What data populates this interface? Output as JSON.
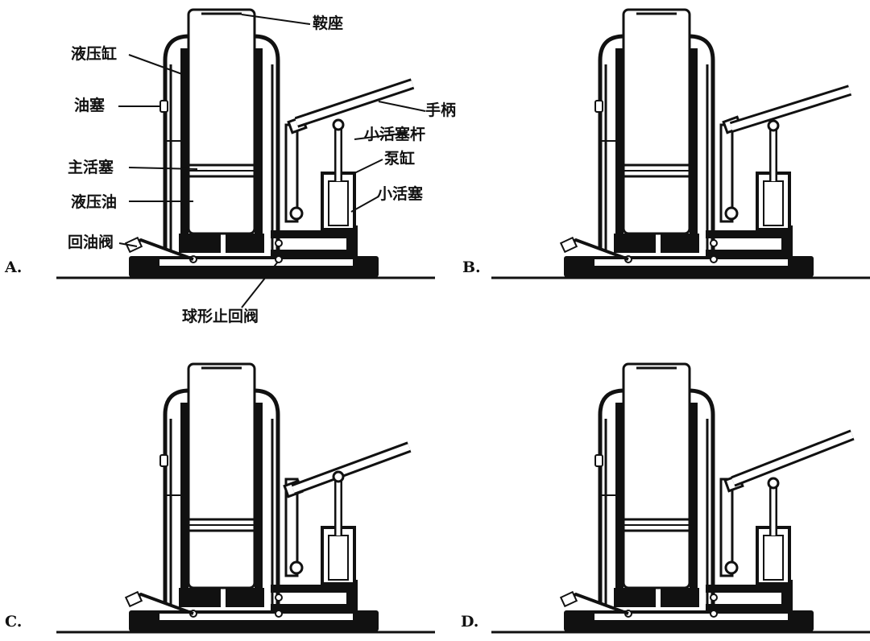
{
  "panels": [
    {
      "id": "A",
      "label": "A."
    },
    {
      "id": "B",
      "label": "B."
    },
    {
      "id": "C",
      "label": "C."
    },
    {
      "id": "D",
      "label": "D."
    }
  ],
  "labels": {
    "saddle": "鞍座",
    "hydraulic_cylinder": "液压缸",
    "oil_plug": "油塞",
    "handle": "手柄",
    "small_piston_rod": "小活塞杆",
    "pump_cylinder": "泵缸",
    "main_piston": "主活塞",
    "small_piston": "小活塞",
    "hydraulic_oil": "液压油",
    "return_valve": "回油阀",
    "ball_check_valve": "球形止回阀"
  },
  "colors": {
    "ink": "#111111",
    "paper": "#ffffff"
  }
}
